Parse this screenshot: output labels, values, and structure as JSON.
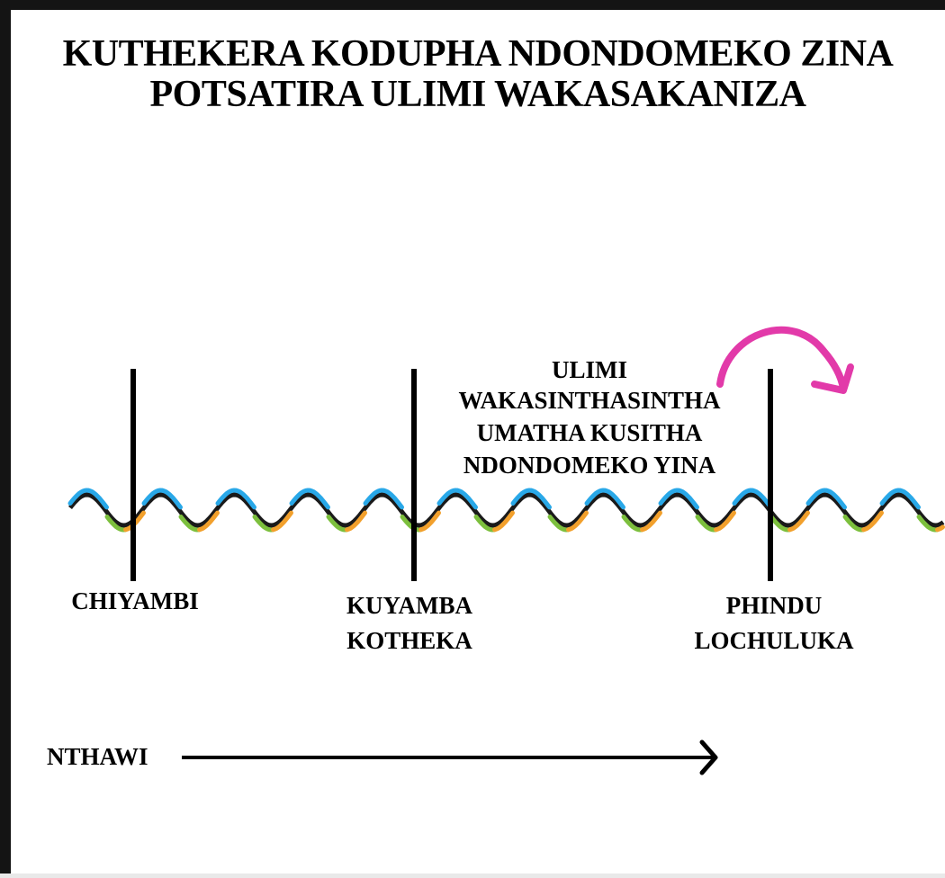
{
  "title": {
    "line1": "KUTHEKERA KODUPHA NDONDOMEKO ZINA",
    "line2": "POTSATIRA ULIMI WAKASAKANIZA"
  },
  "annotation": {
    "line1": "ULIMI",
    "line2": "WAKASINTHASINTHA",
    "line3": "UMATHA KUSITHA",
    "line4": "NDONDOMEKO YINA"
  },
  "stages": [
    {
      "line1": "CHIYAMBI",
      "line2": ""
    },
    {
      "line1": "KUYAMBA",
      "line2": "KOTHEKA"
    },
    {
      "line1": "PHINDU",
      "line2": "LOCHULUKA"
    }
  ],
  "time_axis_label": "NTHAWI",
  "colors": {
    "frame": "#141414",
    "wave_blue": "#29a8e8",
    "wave_green": "#7cbf3d",
    "wave_orange": "#f2a02c",
    "wave_dark": "#1a1a1a",
    "arrow_magenta": "#e23aa9",
    "line": "#000000"
  }
}
